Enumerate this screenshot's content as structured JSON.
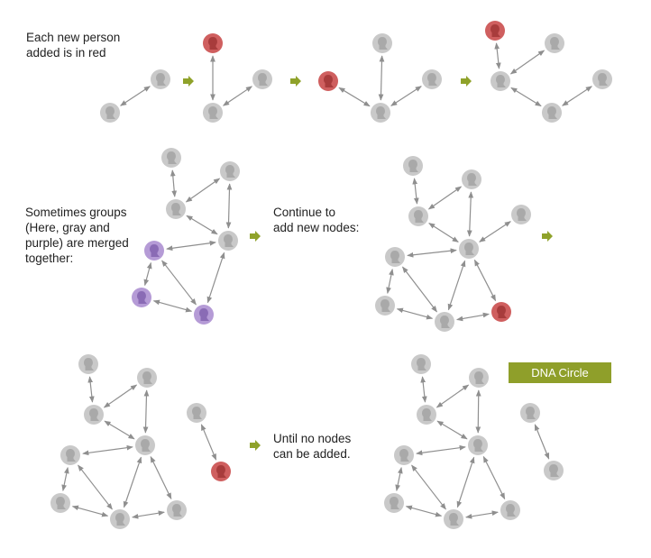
{
  "labels": {
    "new_person_line1": "Each new person",
    "new_person_line2": "added is in red",
    "merge_line1": "Sometimes  groups",
    "merge_line2": "(Here, gray and",
    "merge_line3": "purple) are merged",
    "merge_line4": "together:",
    "continue_line1": "Continue to",
    "continue_line2": "add new nodes:",
    "until_line1": "Until no nodes",
    "until_line2": "can be added."
  },
  "badge": {
    "text": "DNA Circle"
  },
  "colors": {
    "gray": "#c9c9c9",
    "gray_icon": "#a9a9a9",
    "red": "#cf5f5f",
    "red_icon": "#a83c3c",
    "purple": "#b59bd6",
    "purple_icon": "#8a6bb5",
    "edge": "#8f8f8f",
    "arrow": "#8fa22a",
    "badge_bg": "#8f9f2a"
  }
}
